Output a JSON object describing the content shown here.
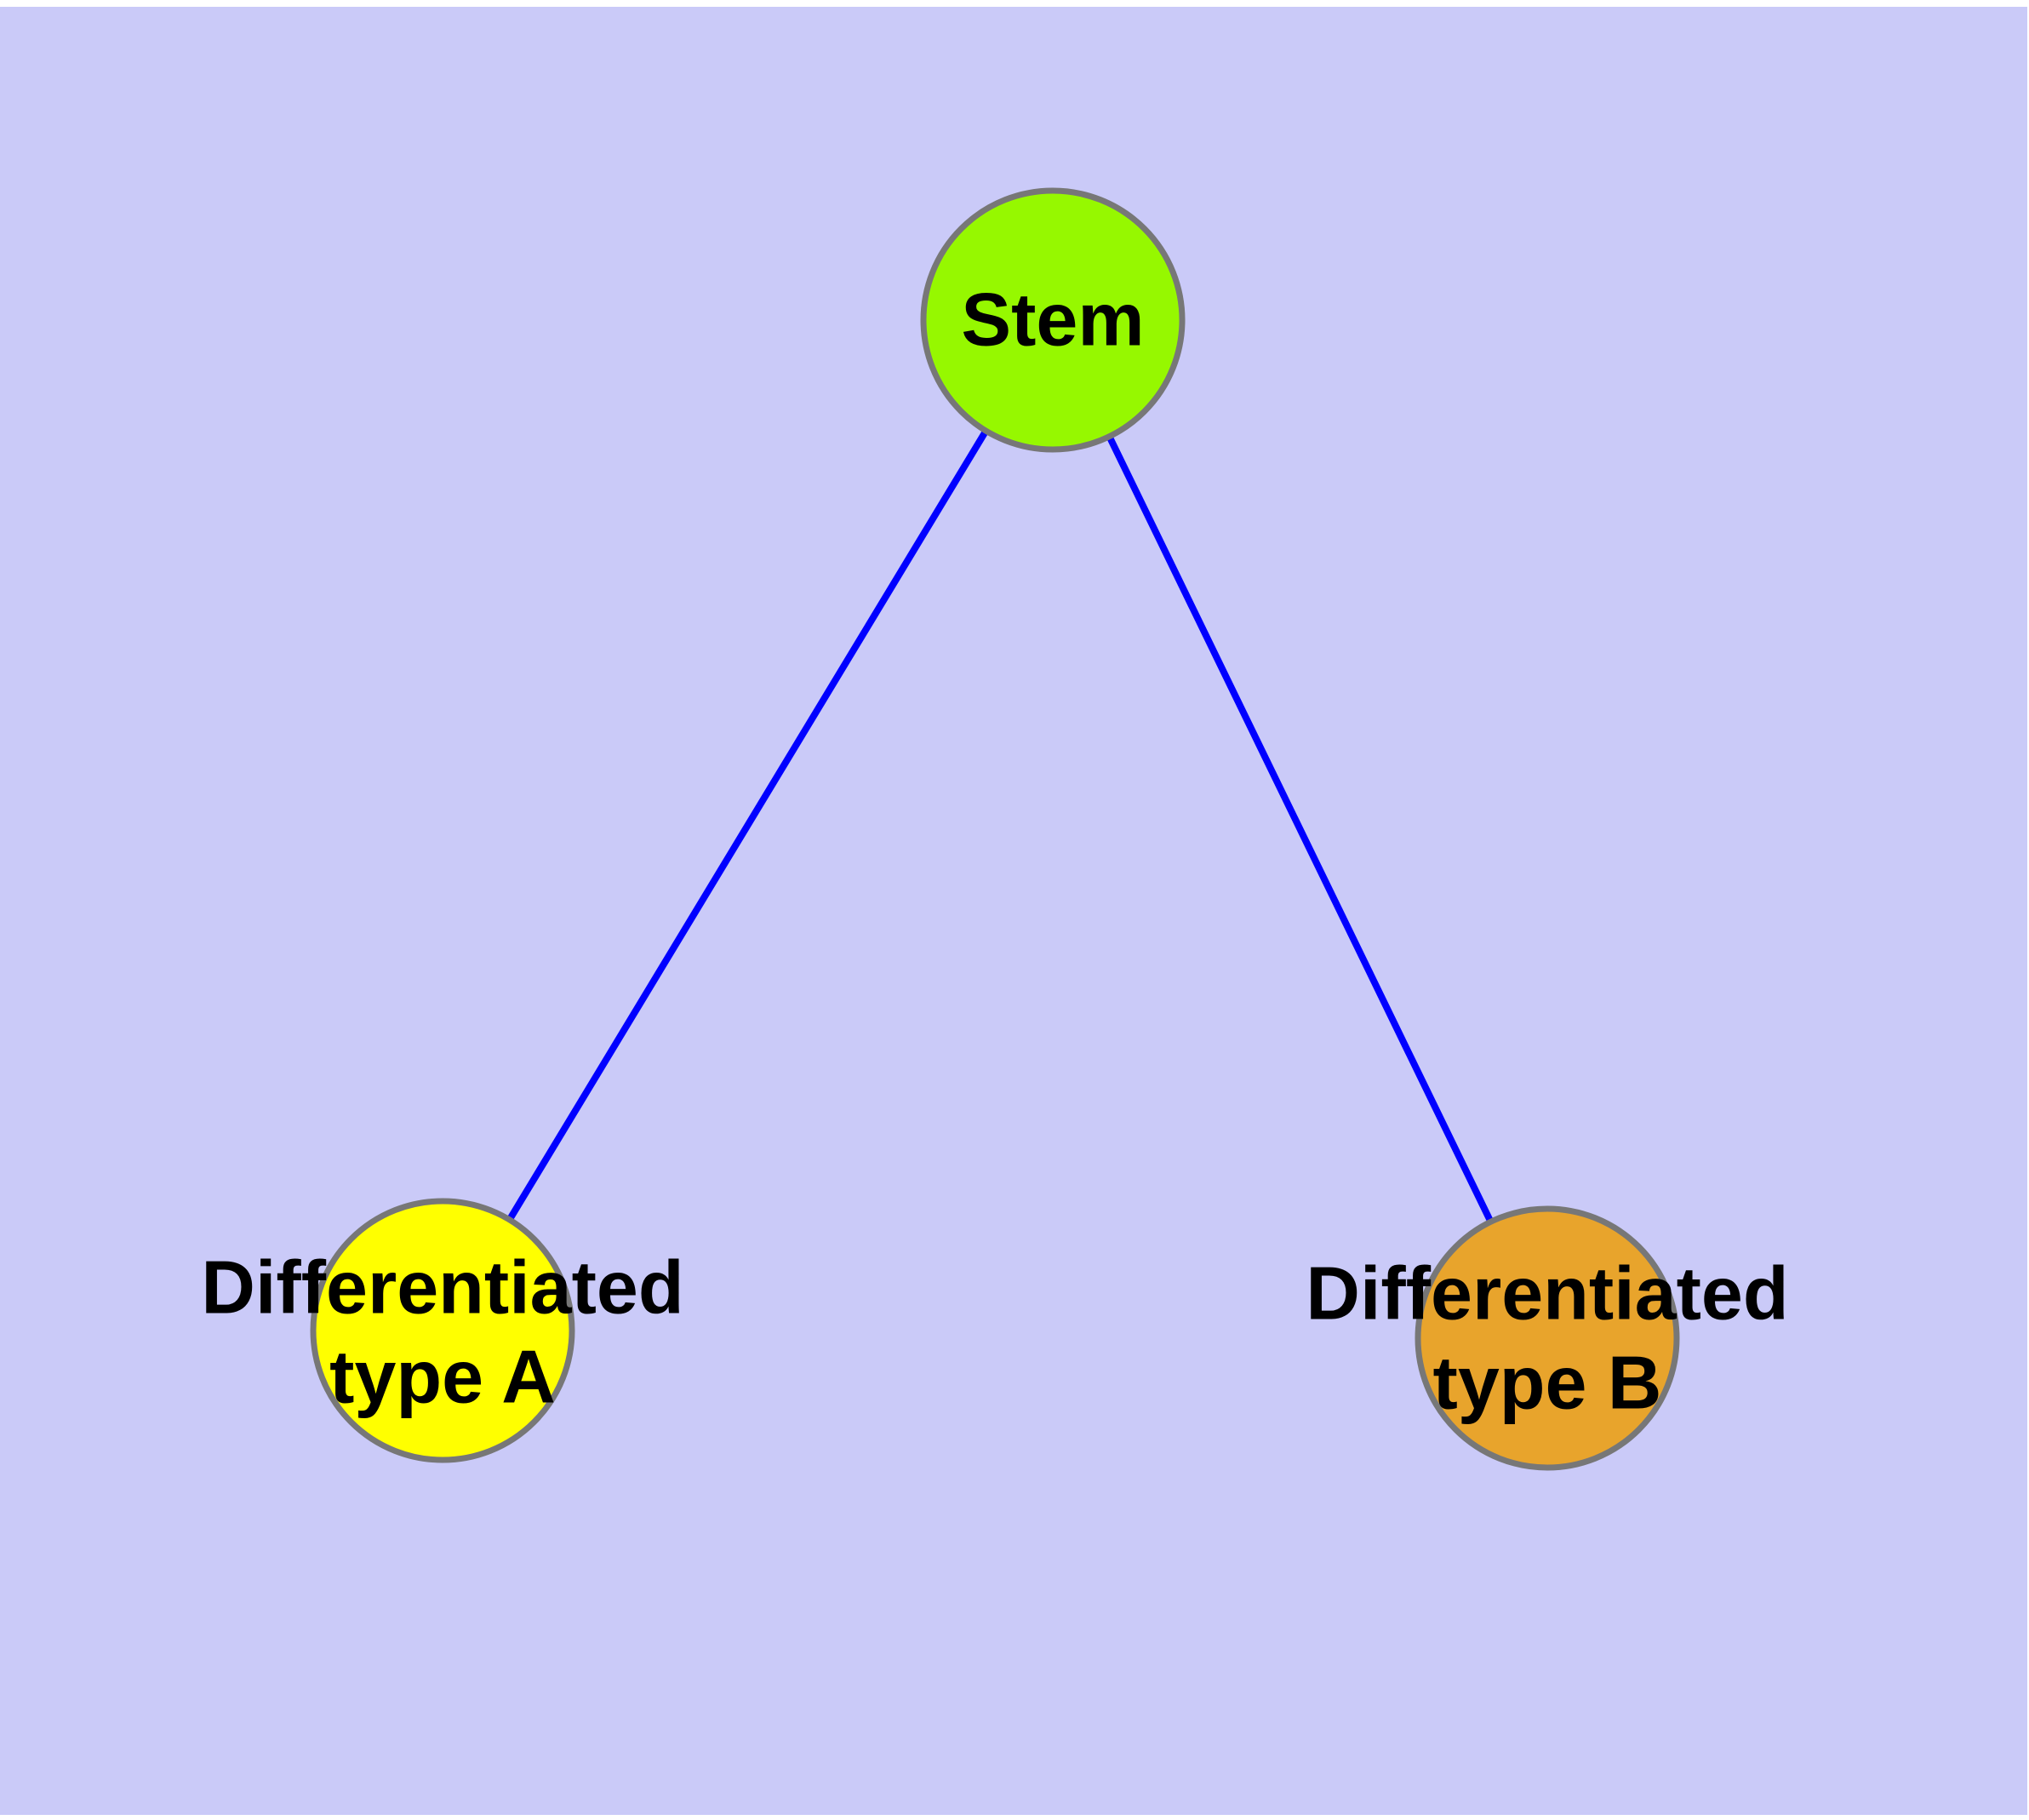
{
  "diagram": {
    "background_color": "#CACAF8",
    "edge_color": "#0000FF",
    "node_border_color": "#777777",
    "text_color": "#000000",
    "nodes": {
      "stem": {
        "label": "Stem",
        "fill_color": "#96F800"
      },
      "type_a": {
        "label_line1": "Differentiated",
        "label_line2": "type A",
        "fill_color": "#FFFF00"
      },
      "type_b": {
        "label_line1": "Differentiated",
        "label_line2": "type B",
        "fill_color": "#E8A42C"
      }
    },
    "edges": [
      {
        "from": "Stem",
        "to": "Differentiated type A"
      },
      {
        "from": "Stem",
        "to": "Differentiated type B"
      }
    ]
  }
}
